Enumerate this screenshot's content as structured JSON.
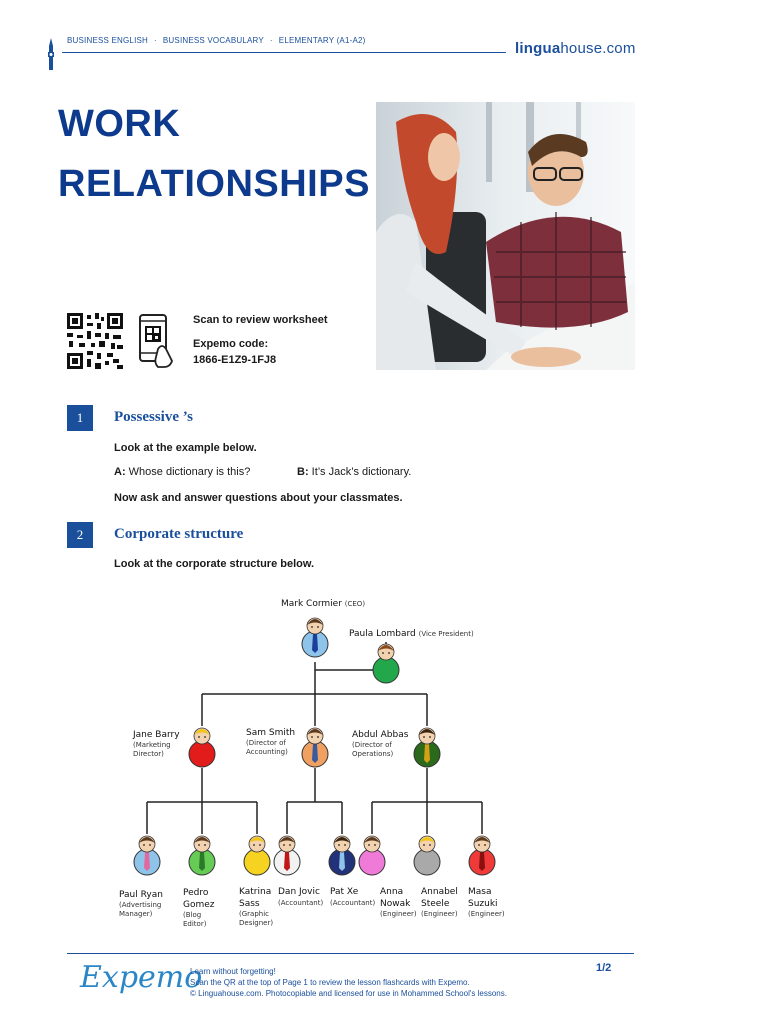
{
  "header": {
    "breadcrumb": [
      "BUSINESS ENGLISH",
      "BUSINESS VOCABULARY",
      "ELEMENTARY (A1-A2)"
    ],
    "breadcrumb_sep": "·",
    "brand_bold": "lingua",
    "brand_rest": "house.com"
  },
  "title_lines": [
    "WORK",
    "RELATIONSHIPS"
  ],
  "scan": {
    "line1": "Scan to review worksheet",
    "line2": "Expemo code:",
    "line3": "1866-E1Z9-1FJ8"
  },
  "section1": {
    "number": "1",
    "title": "Possessive ’s",
    "instruction": "Look at the example below.",
    "a_label": "A:",
    "a_text": " Whose dictionary is this?",
    "b_label": "B:",
    "b_text": " It’s Jack’s dictionary.",
    "followup": "Now ask and answer questions about your classmates."
  },
  "section2": {
    "number": "2",
    "title": "Corporate structure",
    "instruction": "Look at the corporate structure below."
  },
  "org": {
    "ceo": {
      "name": "Mark Cormier",
      "role": "(CEO)"
    },
    "vp": {
      "name": "Paula Lombard",
      "role": "(Vice President)"
    },
    "directors": [
      {
        "name": "Jane Barry",
        "role1": "(Marketing",
        "role2": "Director)"
      },
      {
        "name": "Sam Smith",
        "role1": "(Director of",
        "role2": "Accounting)"
      },
      {
        "name": "Abdul Abbas",
        "role1": "(Director of",
        "role2": "Operations)"
      }
    ],
    "staff": [
      {
        "name1": "Paul Ryan",
        "name2": "",
        "role1": "(Advertising",
        "role2": "Manager)",
        "role3": ""
      },
      {
        "name1": "Pedro",
        "name2": "Gomez",
        "role1": "(Blog",
        "role2": "Editor)",
        "role3": ""
      },
      {
        "name1": "Katrina",
        "name2": "Sass",
        "role1": "(Graphic",
        "role2": "Designer)",
        "role3": ""
      },
      {
        "name1": "Dan Jovic",
        "name2": "",
        "role1": "(Accountant)",
        "role2": "",
        "role3": ""
      },
      {
        "name1": "Pat Xe",
        "name2": "",
        "role1": "(Accountant)",
        "role2": "",
        "role3": ""
      },
      {
        "name1": "Anna",
        "name2": "Nowak",
        "role1": "(Engineer)",
        "role2": "",
        "role3": ""
      },
      {
        "name1": "Annabel",
        "name2": "Steele",
        "role1": "(Engineer)",
        "role2": "",
        "role3": ""
      },
      {
        "name1": "Masa",
        "name2": "Suzuki",
        "role1": "(Engineer)",
        "role2": "",
        "role3": ""
      }
    ]
  },
  "footer": {
    "logo": "Expemo",
    "line1": "Learn without forgetting!",
    "line2": "Scan the QR at the top of Page 1 to review the lesson flashcards with Expemo.",
    "line3": "© Linguahouse.com. Photocopiable and licensed for use in Mohammed School's lessons.",
    "page": "1/2"
  },
  "colors": {
    "brand_blue": "#1a4f9c",
    "title_blue": "#0d3a8c",
    "expemo_blue": "#2a86c6"
  }
}
